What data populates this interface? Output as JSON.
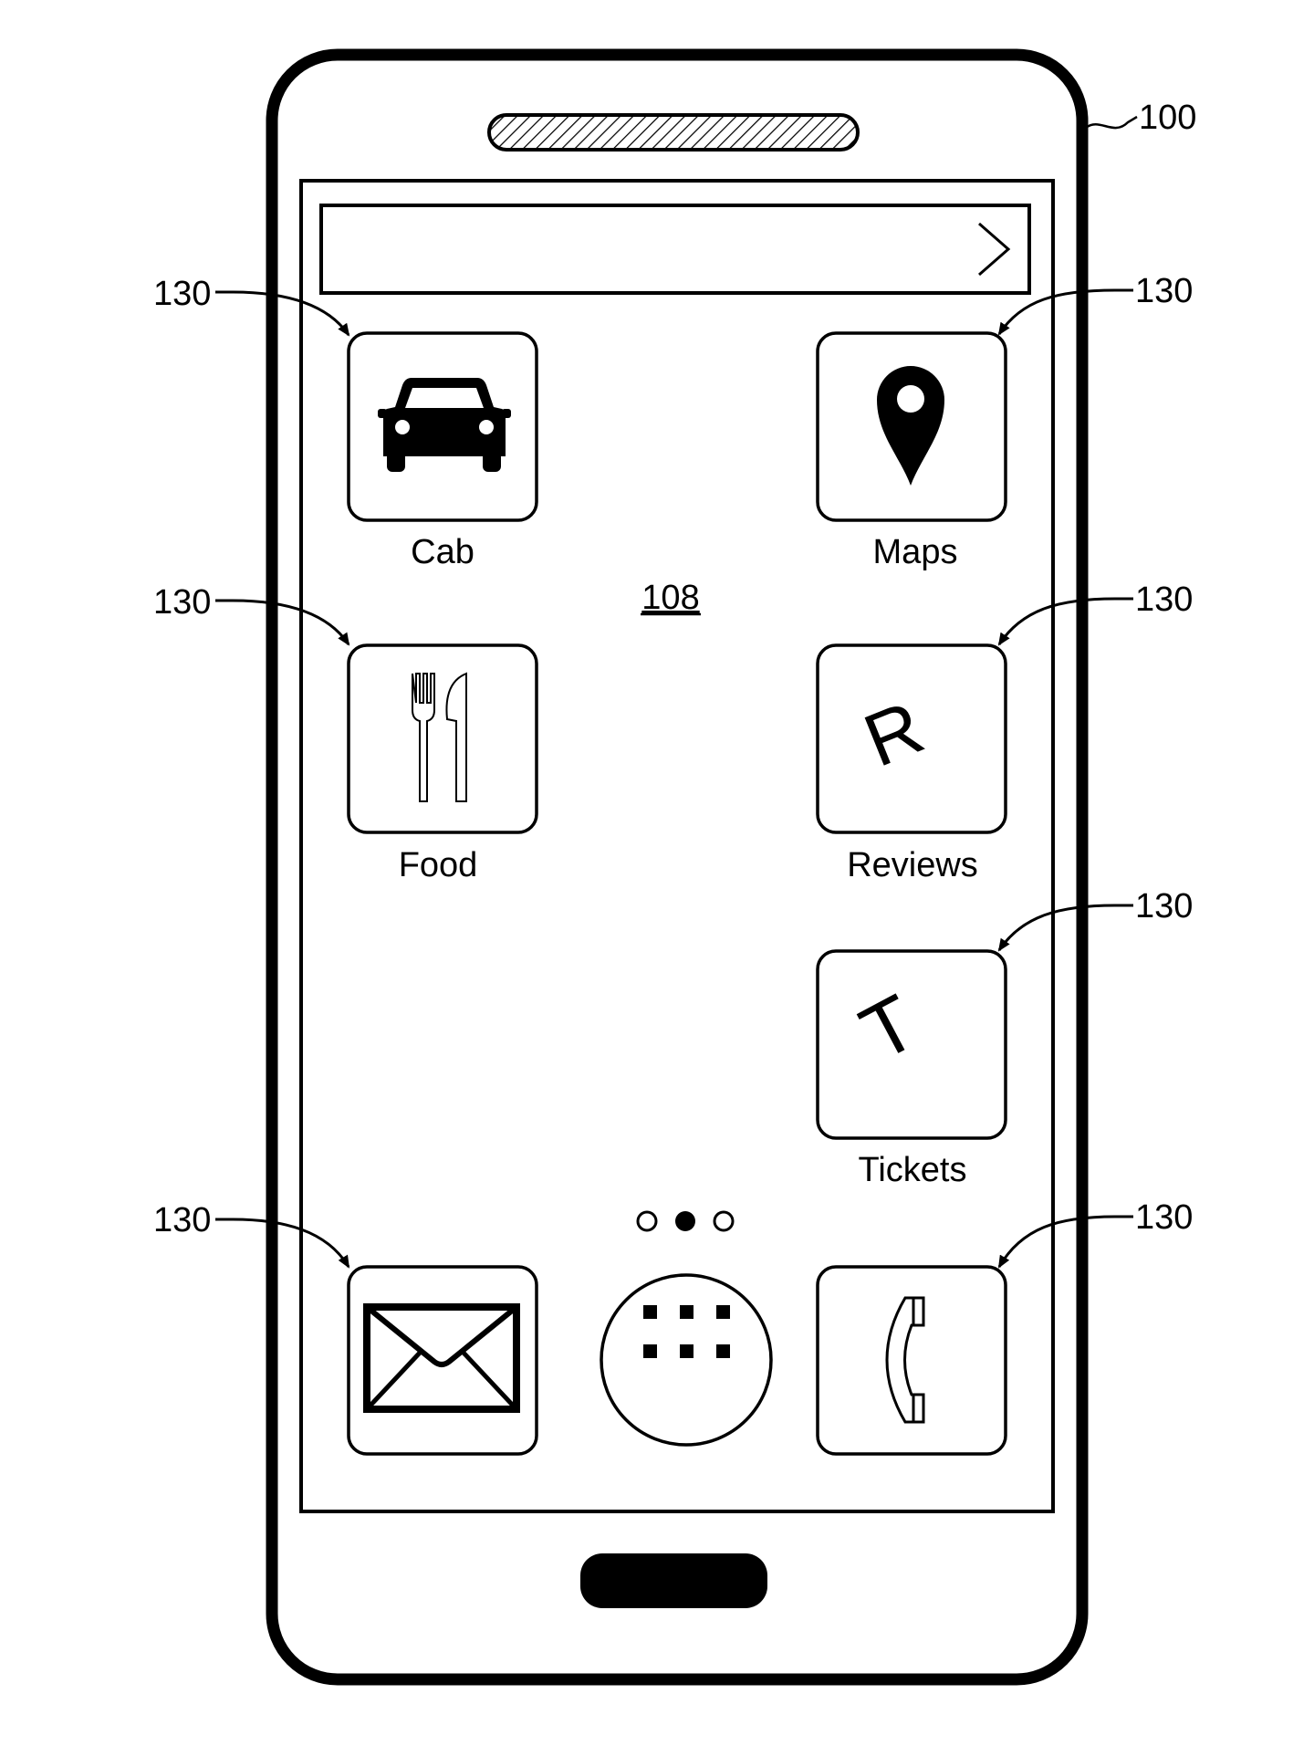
{
  "figure": {
    "device_ref": "100",
    "screen_ref": "108",
    "callout_ref": "130"
  },
  "apps": [
    {
      "label": "Cab",
      "icon": "car-icon"
    },
    {
      "label": "Maps",
      "icon": "map-pin-icon"
    },
    {
      "label": "Food",
      "icon": "fork-knife-icon"
    },
    {
      "label": "Reviews",
      "icon": "letter-r-icon",
      "glyph": "R"
    },
    {
      "label": "Tickets",
      "icon": "letter-t-icon",
      "glyph": "T"
    }
  ],
  "dock": [
    {
      "icon": "mail-icon"
    },
    {
      "icon": "app-drawer-icon"
    },
    {
      "icon": "phone-icon"
    }
  ],
  "pager": {
    "count": 3,
    "active": 2
  },
  "search_bar": {
    "icon": "chevron-right-icon"
  }
}
